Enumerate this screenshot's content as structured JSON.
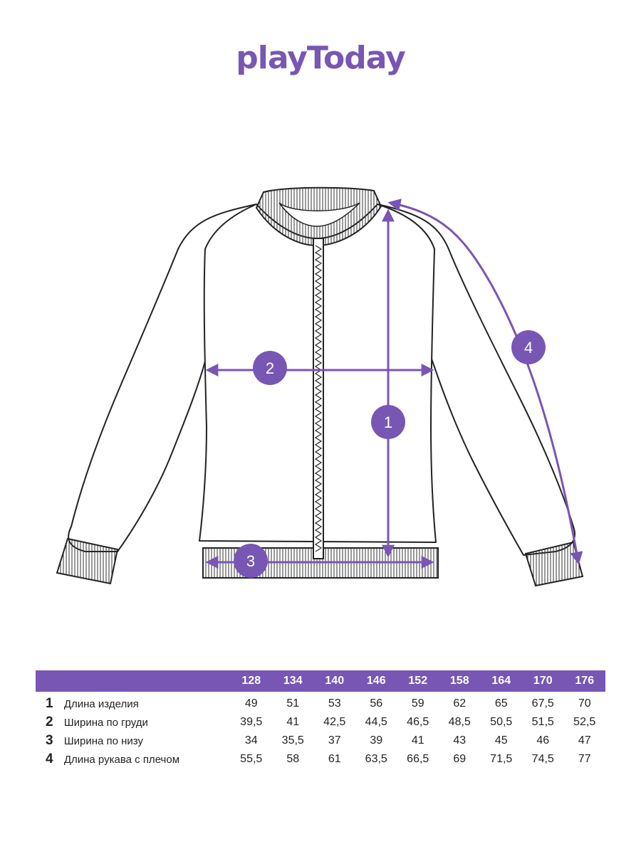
{
  "brand": {
    "logo_text": "playToday",
    "color": "#7856b3"
  },
  "callouts": [
    "1",
    "2",
    "3",
    "4"
  ],
  "table": {
    "sizes": [
      "128",
      "134",
      "140",
      "146",
      "152",
      "158",
      "164",
      "170",
      "176"
    ],
    "rows": [
      {
        "num": "1",
        "label": "Длина изделия",
        "values": [
          "49",
          "51",
          "53",
          "56",
          "59",
          "62",
          "65",
          "67,5",
          "70"
        ]
      },
      {
        "num": "2",
        "label": "Ширина по груди",
        "values": [
          "39,5",
          "41",
          "42,5",
          "44,5",
          "46,5",
          "48,5",
          "50,5",
          "51,5",
          "52,5"
        ]
      },
      {
        "num": "3",
        "label": "Ширина по низу",
        "values": [
          "34",
          "35,5",
          "37",
          "39",
          "41",
          "43",
          "45",
          "46",
          "47"
        ]
      },
      {
        "num": "4",
        "label": "Длина рукава с плечом",
        "values": [
          "55,5",
          "58",
          "61",
          "63,5",
          "66,5",
          "69",
          "71,5",
          "74,5",
          "77"
        ]
      }
    ],
    "header_color": "#7856b3"
  }
}
